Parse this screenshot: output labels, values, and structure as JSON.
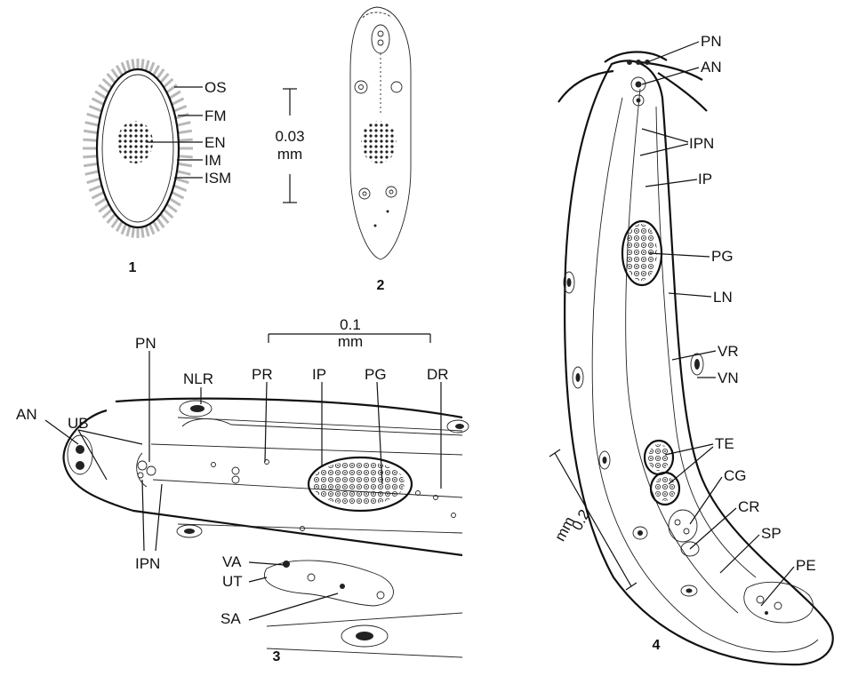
{
  "figures": {
    "fig1": {
      "number": "1",
      "labels": [
        "OS",
        "FM",
        "EN",
        "IM",
        "ISM"
      ],
      "scale": {
        "value": "0.03",
        "unit": "mm"
      }
    },
    "fig2": {
      "number": "2"
    },
    "fig3": {
      "number": "3",
      "labels": [
        "AN",
        "UB",
        "PN",
        "NLR",
        "PR",
        "IP",
        "PG",
        "DR",
        "IPN",
        "VA",
        "UT",
        "SA"
      ],
      "scale": {
        "value": "0.1",
        "unit": "mm"
      }
    },
    "fig4": {
      "number": "4",
      "labels": [
        "PN",
        "AN",
        "IPN",
        "IP",
        "PG",
        "LN",
        "VR",
        "VN",
        "TE",
        "CG",
        "CR",
        "SP",
        "PE"
      ],
      "scale": {
        "value": "0.2",
        "unit": "mm"
      }
    }
  }
}
